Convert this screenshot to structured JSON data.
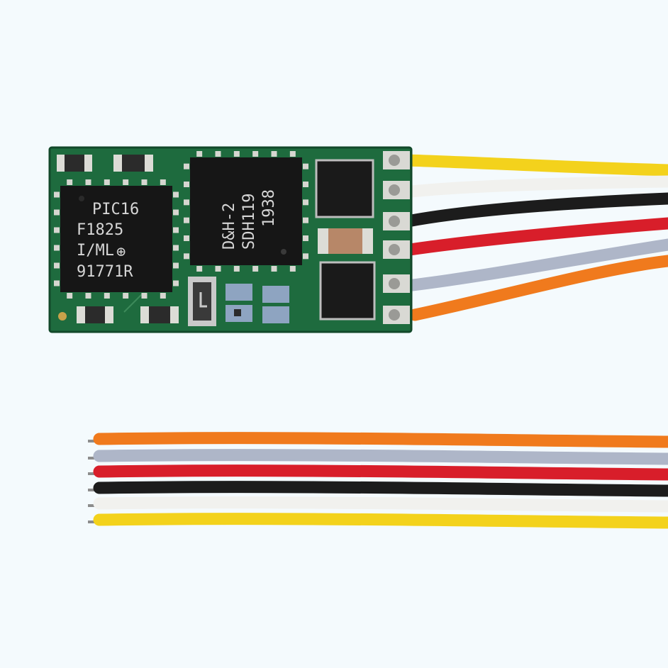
{
  "background": "#f4fafd",
  "pcb": {
    "color": "#1e6b3e",
    "chip_left": {
      "lines": [
        "PIC16",
        "F1825",
        "I/ML",
        "91771R"
      ],
      "logo_glyph": "⊕"
    },
    "chip_center": {
      "lines": [
        "D&H-2",
        "SDH119",
        "1938"
      ]
    }
  },
  "wire_colors": {
    "yellow": "#f3d21c",
    "white": "#f1f1ee",
    "black": "#1c1c1c",
    "red": "#d81e2a",
    "gray": "#aeb6c8",
    "orange": "#f07a1d"
  },
  "wires_top": [
    "yellow",
    "white",
    "black",
    "red",
    "gray",
    "orange"
  ],
  "wires_bottom": [
    "orange",
    "gray",
    "red",
    "black",
    "white",
    "yellow"
  ]
}
